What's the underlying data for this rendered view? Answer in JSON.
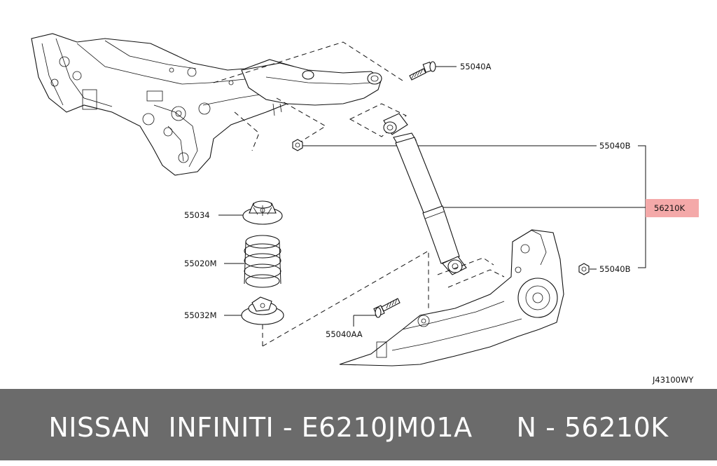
{
  "callouts": {
    "bolt_upper": "55040A",
    "nut_upper": "55040B",
    "shock_absorber": "56210K",
    "nut_lower": "55040B",
    "spring_upper_seat": "55034",
    "coil_spring": "55020M",
    "spring_lower_seat": "55032M",
    "bolt_lower": "55040AA"
  },
  "diagram_code": "J43100WY",
  "highlight_color": "#f4a9a9",
  "footer": {
    "caption": "NISSAN  INFINITI - E6210JM01A     N - 56210K",
    "background": "#6b6b6b"
  }
}
